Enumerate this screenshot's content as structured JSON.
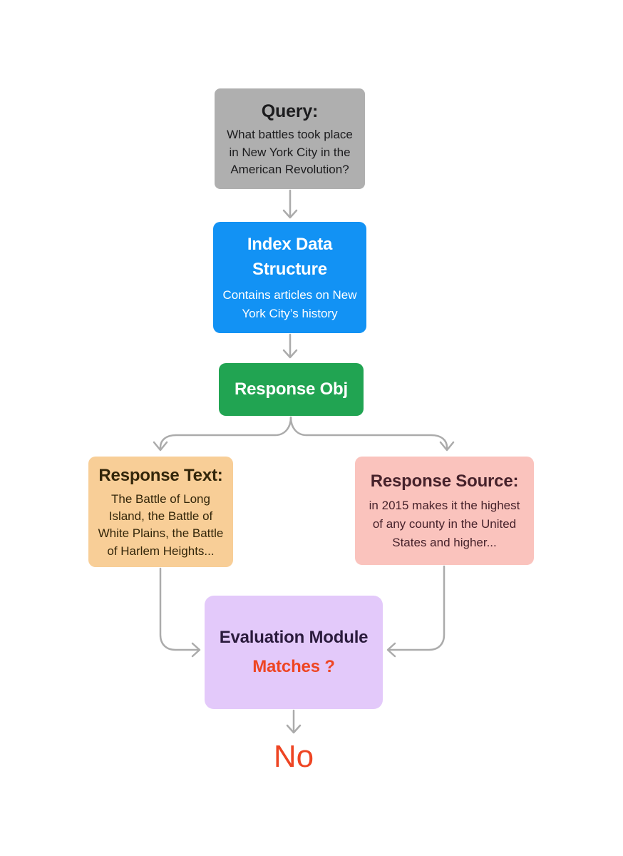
{
  "colors": {
    "query-bg": "#AFAFAF",
    "query-text": "#1C1C1E",
    "index-bg": "#1292F4",
    "index-text": "#FFFFFF",
    "response-obj-bg": "#21A452",
    "response-obj-text": "#FFFFFF",
    "response-text-bg": "#F8CE97",
    "response-text-text": "#33260A",
    "response-source-bg": "#FAC3BD",
    "response-source-text": "#46222B",
    "evaluation-bg": "#E3C9FA",
    "evaluation-text": "#2B1B3D",
    "accent-red": "#EE4523",
    "connector": "#ABABAB"
  },
  "nodes": {
    "query": {
      "title": "Query:",
      "body": "What battles took place in New York City in the American Revolution?"
    },
    "index_data_structure": {
      "title": "Index Data Structure",
      "body": "Contains articles on New York City’s history"
    },
    "response_obj": {
      "title": "Response Obj"
    },
    "response_text": {
      "title": "Response Text:",
      "body": "The Battle of Long Island, the Battle of White Plains, the Battle of Harlem Heights..."
    },
    "response_source": {
      "title": "Response Source:",
      "body": "in 2015 makes it the highest of any county in the United States and higher..."
    },
    "evaluation_module": {
      "title": "Evaluation Module",
      "question": "Matches ?"
    }
  },
  "result": {
    "label": "No"
  }
}
